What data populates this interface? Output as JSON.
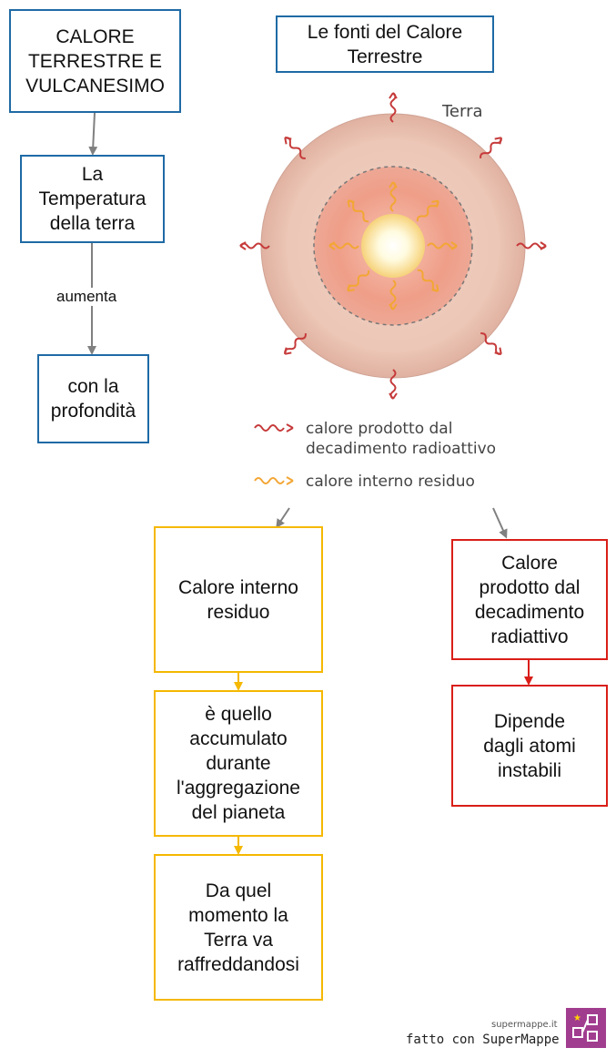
{
  "nodes": {
    "title": "CALORE\nTERRESTRE E\nVULCANESIMO",
    "temperature": "La\nTemperatura\ndella terra",
    "depth": "con la\nprofondità",
    "heat_sources": "Le fonti del Calore\nTerrestre",
    "residual_heat": "Calore interno\nresiduo",
    "accumulated": "è quello\naccumulato\ndurante\nl'aggregazione\ndel pianeta",
    "cooling": "Da quel\nmomento la\nTerra va\nraffreddandosi",
    "radioactive_heat": "Calore\nprodotto dal\ndecadimento\nradiattivo",
    "unstable_atoms": "Dipende\ndagli atomi\ninstabili"
  },
  "connector_labels": {
    "increases": "aumenta"
  },
  "figure": {
    "earth_label": "Terra",
    "legend": {
      "radioactive": "calore prodotto dal\ndecadimento radioattivo",
      "residual": "calore interno residuo"
    }
  },
  "footer": {
    "site": "supermappe.it",
    "made_with": "fatto con SuperMappe"
  },
  "colors": {
    "blue_border": "#1f6aa5",
    "yellow_border": "#f5b800",
    "red_border": "#d91e18",
    "gray_arrow": "#808080",
    "logo": "#a13d8f"
  }
}
